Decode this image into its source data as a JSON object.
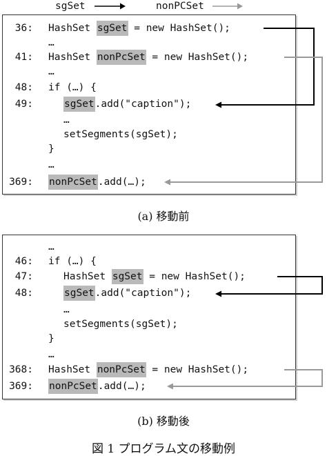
{
  "legend": {
    "sgset": "sgSet",
    "nonpcset": "nonPCSet"
  },
  "colors": {
    "sgset_arrow": "#000000",
    "nonpcset_arrow": "#999999",
    "highlight": "#b9b9b9"
  },
  "panel_a": {
    "caption": "(a) 移動前",
    "lines": [
      {
        "num": "36:",
        "parts": [
          "HashSet ",
          "sgSet",
          " = new HashSet();"
        ]
      },
      {
        "num": "",
        "text": "…"
      },
      {
        "num": "41:",
        "parts": [
          "HashSet ",
          "nonPcSet",
          " = new HashSet();"
        ]
      },
      {
        "num": "",
        "text": "…"
      },
      {
        "num": "48:",
        "text": "if (…) {"
      },
      {
        "num": "49:",
        "parts": [
          "",
          "sgSet",
          ".add(\"caption\");"
        ]
      },
      {
        "num": "",
        "text": "…"
      },
      {
        "num": "",
        "text": "setSegments(sgSet);"
      },
      {
        "num": "",
        "text": "}"
      },
      {
        "num": "",
        "text": "…"
      },
      {
        "num": "369:",
        "parts": [
          "",
          "nonPcSet",
          ".add(…);"
        ]
      }
    ]
  },
  "panel_b": {
    "caption": "(b) 移動後",
    "lines": [
      {
        "num": "",
        "text": "…"
      },
      {
        "num": "46:",
        "text": "if (…) {"
      },
      {
        "num": "47:",
        "parts": [
          "HashSet ",
          "sgSet",
          " = new HashSet();"
        ]
      },
      {
        "num": "48:",
        "parts": [
          "",
          "sgSet",
          ".add(\"caption\");"
        ]
      },
      {
        "num": "",
        "text": "…"
      },
      {
        "num": "",
        "text": "setSegments(sgSet);"
      },
      {
        "num": "",
        "text": "}"
      },
      {
        "num": "",
        "text": "…"
      },
      {
        "num": "368:",
        "parts": [
          "HashSet ",
          "nonPcSet",
          " = new HashSet();"
        ]
      },
      {
        "num": "369:",
        "parts": [
          "",
          "nonPcSet",
          ".add(…);"
        ]
      }
    ]
  },
  "figure_caption": "図 1 プログラム文の移動例"
}
